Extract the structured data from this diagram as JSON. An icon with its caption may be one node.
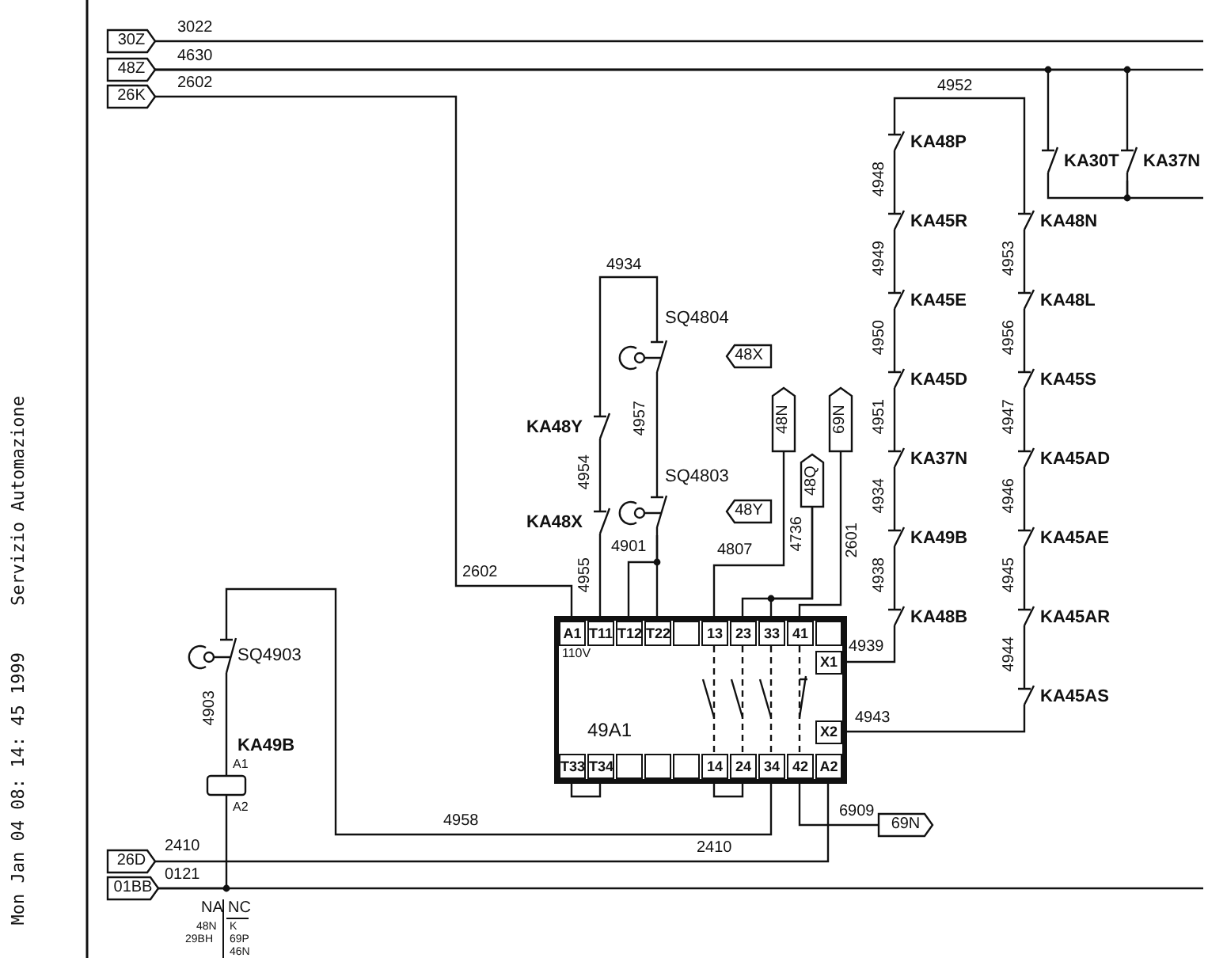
{
  "diagram": {
    "nodes": [
      {
        "text": [
          "30Z"
        ]
      },
      {
        "text": [
          "48Z"
        ]
      },
      {
        "text": [
          "26K"
        ]
      },
      {
        "text": [
          "KA30T"
        ]
      },
      {
        "text": [
          "KA37N"
        ]
      },
      {
        "text": [
          "KA48Y"
        ]
      },
      {
        "text": [
          "SQ4804"
        ]
      },
      {
        "text": [
          "KA48X"
        ]
      },
      {
        "text": [
          "SQ4803"
        ]
      },
      {
        "text": [
          "48N"
        ]
      },
      {
        "text": [
          "48Q"
        ]
      },
      {
        "text": [
          "69N"
        ]
      },
      {
        "text": [
          "KA48P"
        ]
      },
      {
        "text": [
          "KA45R"
        ]
      },
      {
        "text": [
          "KA45E"
        ]
      },
      {
        "text": [
          "KA45D"
        ]
      },
      {
        "text": [
          "KA37N"
        ]
      },
      {
        "text": [
          "KA49B"
        ]
      },
      {
        "text": [
          "KA48B"
        ]
      },
      {
        "text": [
          "KA48N"
        ]
      },
      {
        "text": [
          "KA48L"
        ]
      },
      {
        "text": [
          "KA45S"
        ]
      },
      {
        "text": [
          "KA45AD"
        ]
      },
      {
        "text": [
          "KA45AE"
        ]
      },
      {
        "text": [
          "KA45AR"
        ]
      },
      {
        "text": [
          "KA45AS"
        ]
      },
      {
        "text": [
          "SQ4903"
        ]
      },
      {
        "text": [
          "KA49B",
          "A1",
          "A2"
        ]
      },
      {
        "text": [
          "110V",
          "49A1"
        ]
      },
      {
        "text": [
          "A1"
        ],
        "in": 28
      },
      {
        "text": [
          "T11"
        ],
        "in": 28
      },
      {
        "text": [
          "T12"
        ],
        "in": 28
      },
      {
        "text": [
          "T22"
        ],
        "in": 28
      },
      {
        "text": [],
        "shape": "box",
        "in": 28
      },
      {
        "text": [
          "13"
        ],
        "in": 28
      },
      {
        "text": [
          "23"
        ],
        "in": 28
      },
      {
        "text": [
          "33"
        ],
        "in": 28
      },
      {
        "text": [
          "41"
        ],
        "in": 28
      },
      {
        "text": [],
        "shape": "box",
        "in": 28
      },
      {
        "text": [
          "X1"
        ],
        "in": 28
      },
      {
        "text": [
          "X2"
        ],
        "in": 28
      },
      {
        "text": [
          "T33"
        ],
        "in": 28
      },
      {
        "text": [
          "T34"
        ],
        "in": 28
      },
      {
        "text": [],
        "shape": "box",
        "in": 28
      },
      {
        "text": [],
        "shape": "box",
        "in": 28
      },
      {
        "text": [],
        "shape": "box",
        "in": 28
      },
      {
        "text": [
          "14"
        ],
        "in": 28
      },
      {
        "text": [
          "24"
        ],
        "in": 28
      },
      {
        "text": [
          "34"
        ],
        "in": 28
      },
      {
        "text": [
          "42"
        ],
        "in": 28
      },
      {
        "text": [
          "A2"
        ],
        "in": 28
      },
      {
        "text": [
          "69N"
        ]
      },
      {
        "text": [
          "26D"
        ]
      },
      {
        "text": [
          "01BB"
        ]
      },
      {
        "text": [
          "48X"
        ]
      },
      {
        "text": [
          "48Y"
        ]
      }
    ],
    "edges": [
      {
        "from": 0,
        "to": null,
        "arrow": "none",
        "label": "3022"
      },
      {
        "from": 1,
        "to": 3,
        "arrow": "none",
        "label": "4630"
      },
      {
        "from": 1,
        "to": 4,
        "arrow": "none"
      },
      {
        "from": 1,
        "to": null,
        "arrow": "none"
      },
      {
        "from": 3,
        "to": 4,
        "arrow": "none"
      },
      {
        "from": 4,
        "to": null,
        "arrow": "none"
      },
      {
        "from": 2,
        "to": 29,
        "arrow": "none",
        "label": "2602"
      },
      {
        "from": 7,
        "to": 30,
        "arrow": "none",
        "label": "4955"
      },
      {
        "from": 5,
        "to": 7,
        "arrow": "none",
        "label": "4954"
      },
      {
        "from": 5,
        "to": 6,
        "arrow": "none",
        "label": "4934"
      },
      {
        "from": 6,
        "to": 8,
        "arrow": "none",
        "label": "4957"
      },
      {
        "from": 31,
        "to": 8,
        "arrow": "none",
        "label": "4901"
      },
      {
        "from": 8,
        "to": 32,
        "arrow": "none"
      },
      {
        "from": 9,
        "to": 34,
        "arrow": "none",
        "label": "4807"
      },
      {
        "from": 10,
        "to": 35,
        "arrow": "none",
        "label": "4736"
      },
      {
        "from": 10,
        "to": 36,
        "arrow": "none"
      },
      {
        "from": 11,
        "to": 37,
        "arrow": "none",
        "label": "2601"
      },
      {
        "from": 39,
        "to": 18,
        "arrow": "none",
        "label": "4939"
      },
      {
        "from": 18,
        "to": 17,
        "arrow": "none",
        "label": "4938"
      },
      {
        "from": 17,
        "to": 16,
        "arrow": "none",
        "label": "4934"
      },
      {
        "from": 16,
        "to": 15,
        "arrow": "none",
        "label": "4951"
      },
      {
        "from": 15,
        "to": 14,
        "arrow": "none",
        "label": "4950"
      },
      {
        "from": 14,
        "to": 13,
        "arrow": "none",
        "label": "4949"
      },
      {
        "from": 13,
        "to": 12,
        "arrow": "none",
        "label": "4948"
      },
      {
        "from": 12,
        "to": 19,
        "arrow": "none",
        "label": "4952"
      },
      {
        "from": 19,
        "to": 20,
        "arrow": "none",
        "label": "4953"
      },
      {
        "from": 20,
        "to": 21,
        "arrow": "none",
        "label": "4956"
      },
      {
        "from": 21,
        "to": 22,
        "arrow": "none",
        "label": "4947"
      },
      {
        "from": 22,
        "to": 23,
        "arrow": "none",
        "label": "4946"
      },
      {
        "from": 23,
        "to": 24,
        "arrow": "none",
        "label": "4945"
      },
      {
        "from": 24,
        "to": 25,
        "arrow": "none",
        "label": "4944"
      },
      {
        "from": 25,
        "to": 40,
        "arrow": "none",
        "label": "4943"
      },
      {
        "from": 48,
        "to": 26,
        "arrow": "none",
        "label": "4958"
      },
      {
        "from": 26,
        "to": 27,
        "arrow": "none",
        "label": "4903"
      },
      {
        "from": 49,
        "to": 51,
        "arrow": "none",
        "label": "6909"
      },
      {
        "from": 52,
        "to": 50,
        "arrow": "none",
        "label": "2410"
      },
      {
        "from": 53,
        "to": 27,
        "arrow": "none",
        "label": "0121"
      },
      {
        "from": 53,
        "to": null,
        "arrow": "none"
      },
      {
        "from": 41,
        "to": 42,
        "arrow": "none"
      },
      {
        "from": 46,
        "to": 47,
        "arrow": "none"
      },
      {
        "from": 34,
        "to": 46,
        "arrow": "none",
        "style": "dashed"
      },
      {
        "from": 35,
        "to": 47,
        "arrow": "none",
        "style": "dashed"
      },
      {
        "from": 36,
        "to": 48,
        "arrow": "none",
        "style": "dashed"
      },
      {
        "from": 37,
        "to": 49,
        "arrow": "none",
        "style": "dashed"
      }
    ],
    "labels": [
      "2602",
      "2410",
      "NA",
      "NC",
      "48N",
      "K",
      "29BH",
      "69P",
      "46N",
      "Mon Jan 04 08: 14: 45 1999",
      "Servizio Automazione"
    ]
  }
}
